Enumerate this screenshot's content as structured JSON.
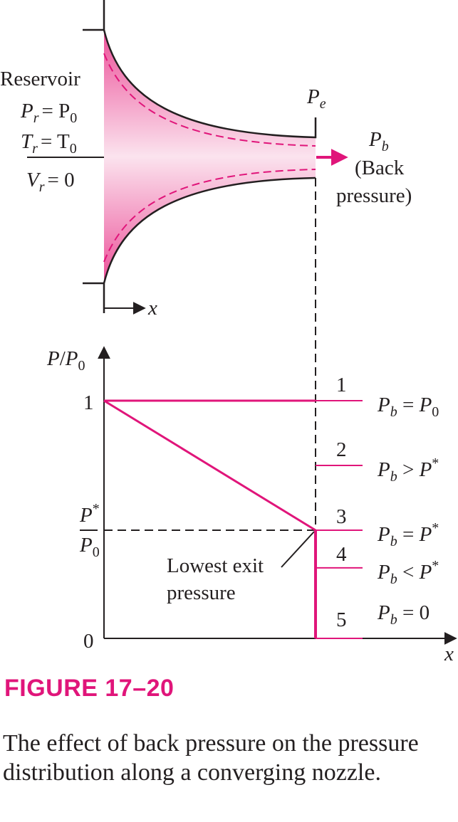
{
  "colors": {
    "accent": "#e0157a",
    "ink": "#231f20",
    "fill": "#ec4f98"
  },
  "nozzle": {
    "reservoir_label": "Reservoir",
    "pr": {
      "sym": "P",
      "sub": "r",
      "rhs": "= P",
      "rhs_sub": "0"
    },
    "tr": {
      "sym": "T",
      "sub": "r",
      "rhs": "= T",
      "rhs_sub": "0"
    },
    "vr": {
      "sym": "V",
      "sub": "r",
      "rhs": "= 0"
    },
    "pe": {
      "sym": "P",
      "sub": "e"
    },
    "pb": {
      "sym": "P",
      "sub": "b"
    },
    "back_line1": "(Back",
    "back_line2": "pressure)",
    "x_axis": "x"
  },
  "plot": {
    "y_axis": {
      "sym": "P",
      "slash": "/",
      "sym2": "P",
      "sub2": "0"
    },
    "x_axis": "x",
    "tick_one": "1",
    "tick_zero": "0",
    "pstar_num": {
      "sym": "P",
      "sup": "*"
    },
    "pstar_den": {
      "sym": "P",
      "sub": "0"
    },
    "annotation_line1": "Lowest exit",
    "annotation_line2": "pressure"
  },
  "chart_data": {
    "type": "line",
    "xlabel": "x",
    "ylabel": "P/P0",
    "yticks": [
      "0",
      "P*/P0",
      "1"
    ],
    "series": [
      {
        "number": "1",
        "condition": {
          "sym": "P",
          "sub": "b",
          "op": "=",
          "rhs": "P",
          "rhs_sub": "0",
          "rhs_sup": ""
        },
        "start": 1.0,
        "exit": 1.0,
        "exit_level": 1.0
      },
      {
        "number": "2",
        "condition": {
          "sym": "P",
          "sub": "b",
          "op": ">",
          "rhs": "P",
          "rhs_sub": "",
          "rhs_sup": "*"
        },
        "start": 1.0,
        "exit": 0.73,
        "exit_level": 0.73
      },
      {
        "number": "3",
        "condition": {
          "sym": "P",
          "sub": "b",
          "op": "=",
          "rhs": "P",
          "rhs_sub": "",
          "rhs_sup": "*"
        },
        "start": 1.0,
        "exit": 0.46,
        "exit_level": 0.46
      },
      {
        "number": "4",
        "condition": {
          "sym": "P",
          "sub": "b",
          "op": "<",
          "rhs": "P",
          "rhs_sub": "",
          "rhs_sup": "*"
        },
        "start": 1.0,
        "exit": 0.46,
        "exit_level": 0.3
      },
      {
        "number": "5",
        "condition": {
          "sym": "P",
          "sub": "b",
          "op": "=",
          "rhs": "0",
          "rhs_sub": "",
          "rhs_sup": ""
        },
        "start": 1.0,
        "exit": 0.46,
        "exit_level": 0.0
      }
    ]
  },
  "caption": {
    "label": "FIGURE 17–20",
    "text": "The effect of back pressure on the pressure distribution along a converging nozzle."
  }
}
